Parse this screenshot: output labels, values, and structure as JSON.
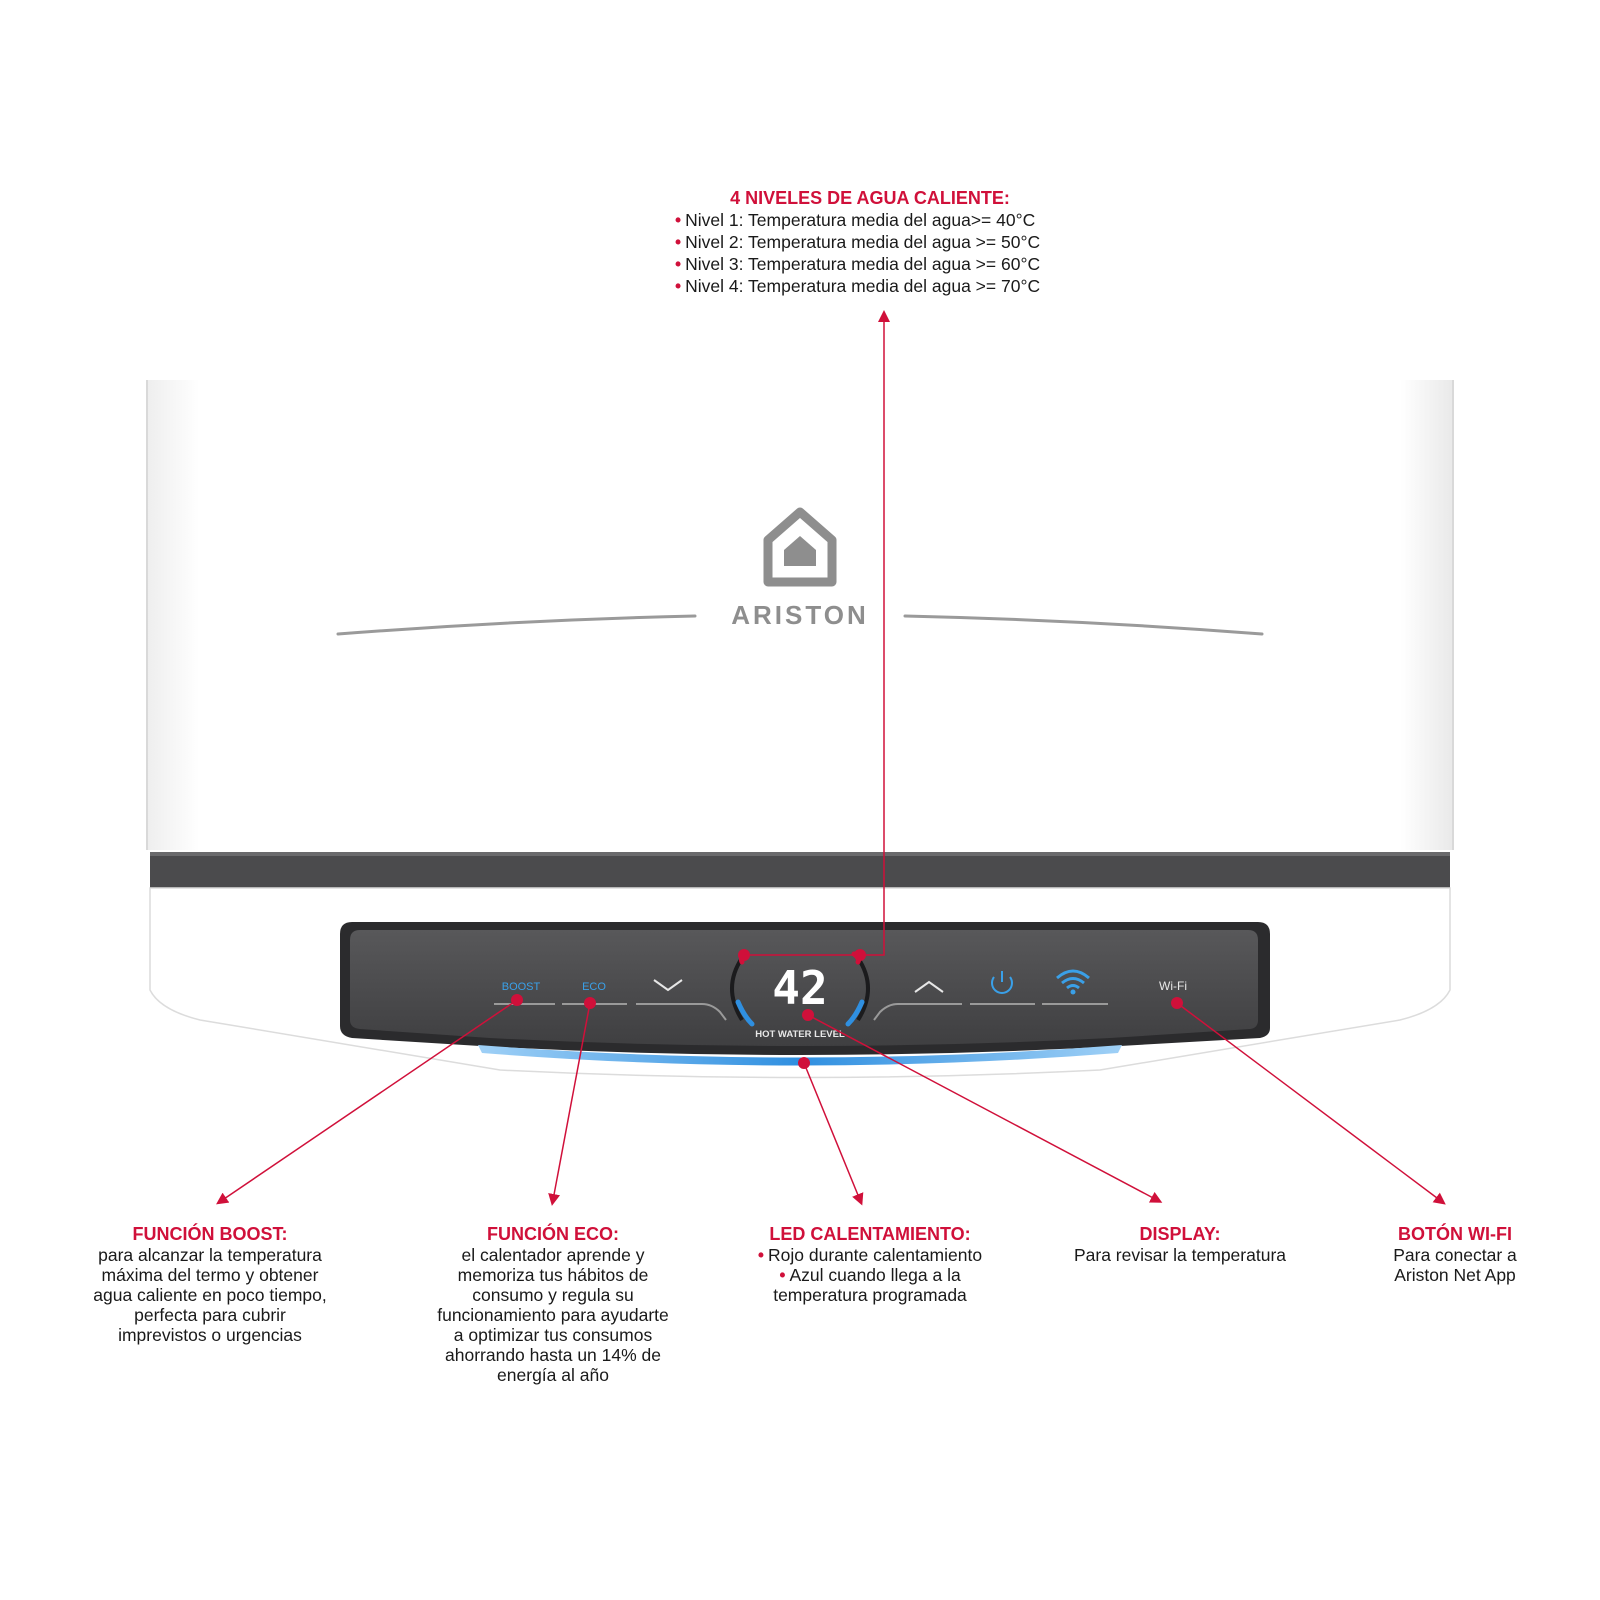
{
  "brand": {
    "name": "ARISTON"
  },
  "panel": {
    "boost_label": "BOOST",
    "eco_label": "ECO",
    "display_value": "42",
    "display_caption": "HOT WATER LEVEL",
    "wifi_label": "Wi-Fi"
  },
  "icons": [
    "down-chevron-icon",
    "up-chevron-icon",
    "power-icon",
    "wifi-icon",
    "house-logo-icon"
  ],
  "colors": {
    "accent": "#d0103a",
    "led_blue": "#2f8fe0",
    "panel_dark": "#4a4a4c",
    "display_digits": "#ffffff"
  },
  "callouts": {
    "levels": {
      "title": "4 NIVELES DE AGUA CALIENTE:",
      "lines": [
        "Nivel 1: Temperatura media del agua>= 40°C",
        "Nivel 2: Temperatura media del agua >= 50°C",
        "Nivel 3: Temperatura media del agua >= 60°C",
        "Nivel 4: Temperatura media del agua >= 70°C"
      ]
    },
    "boost": {
      "title": "FUNCIÓN BOOST:",
      "lines": [
        "para alcanzar la temperatura",
        "máxima del termo y obtener",
        "agua caliente en poco tiempo,",
        "perfecta para cubrir",
        "imprevistos o urgencias"
      ]
    },
    "eco": {
      "title": "FUNCIÓN ECO:",
      "lines": [
        "el calentador aprende y",
        "memoriza tus hábitos de",
        "consumo y regula su",
        "funcionamiento para ayudarte",
        "a optimizar tus consumos",
        "ahorrando hasta un 14% de",
        "energía al año"
      ]
    },
    "led": {
      "title": "LED CALENTAMIENTO:",
      "lines": [
        "Rojo durante calentamiento",
        "Azul cuando llega a la",
        "temperatura programada"
      ]
    },
    "display": {
      "title": "DISPLAY:",
      "lines": [
        "Para revisar la temperatura"
      ]
    },
    "wifi": {
      "title": "BOTÓN WI-FI",
      "lines": [
        "Para conectar a",
        "Ariston Net App"
      ]
    }
  }
}
